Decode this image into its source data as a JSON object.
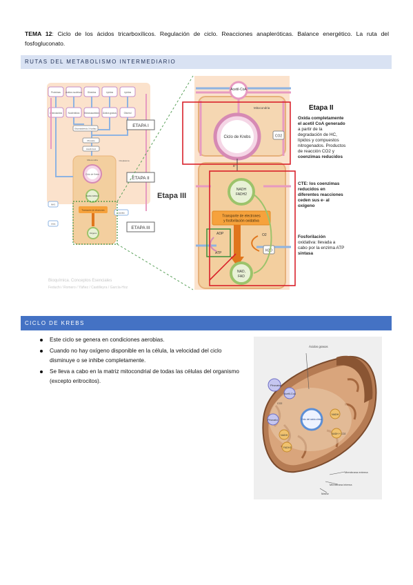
{
  "header": {
    "tema_label": "TEMA 12",
    "tema_text": ": Ciclo de los ácidos tricarboxílicos. Regulación de ciclo. Reacciones anapleróticas. Balance energético. La ruta del fosfogluconato."
  },
  "section1": {
    "title": "RUTAS DEL METABOLISMO INTERMEDIARIO"
  },
  "figure1": {
    "left_overview": {
      "top_boxes": [
        "Proteínas",
        "Ácidos nucleicos",
        "Glúcidos",
        "Lípidos",
        "Lípidos"
      ],
      "mid_boxes": [
        "Aminoácidos",
        "Nucleótidos",
        "Monosacáridos",
        "Ácidos grasos",
        "Glicerol"
      ],
      "etapa_labels": [
        "ETAPA I",
        "ETAPA II",
        "ETAPA III"
      ],
      "small_labels": [
        "Gliceraldehído 3-fosfato",
        "Piruvato",
        "Acetil-CoA",
        "Mitocondria",
        "Citoplasma",
        "Ciclo de Krebs",
        "NADH FADH2",
        "Transporte de electrones",
        "Oxígeno",
        "NH3",
        "Urea",
        "Lactato"
      ],
      "watermark_lines": [
        "Bioquímica. Conceptos Esenciales",
        "Feduchi / Romero / Yáñez / Castilleyra / García-Hoz"
      ]
    },
    "etapa3_label": "Etapa III",
    "zoom": {
      "acetil": "Acetil-CoA",
      "mitocondria": "Mitocondria",
      "krebs": "Ciclo de Krebs",
      "co2": "CO2",
      "eminus": "e⁻",
      "nadh": "NADH",
      "fadh": "FADH2",
      "transporte1": "Transporte de electrones",
      "transporte2": "y fosforilación oxidativa",
      "adp": "ADP",
      "atp": "ATP",
      "o2": "O2",
      "h2o": "H2O",
      "nad": "NAD,",
      "fad": "FAD"
    },
    "etapa2": {
      "title": "Etapa II",
      "lines": [
        "Oxida completamente",
        "el acetil CoA generado",
        "a partir de la",
        "degradación de HC,",
        "lípidos y compuestos",
        "nitrogenados. Productos",
        "de reacción CO2 y",
        "coenzimas reducidos"
      ]
    },
    "cte": {
      "lines": [
        "CTE: los coenzimas",
        "reducidos en",
        "diferentes reacciones",
        "ceden sus e- al",
        "oxígeno"
      ]
    },
    "fosfo": {
      "lines": [
        "Fosforilación",
        "oxidativa: llevada a",
        "cabo por la enzima ATP",
        "sintasa"
      ]
    }
  },
  "section2": {
    "title": "CICLO DE KREBS",
    "bullets": [
      "Este ciclo se genera en condiciones aerobias.",
      "Cuando no hay oxígeno disponible en la célula, la velocidad del ciclo disminuye o se inhibe completamente.",
      "Se lleva a cabo en la matriz mitocondrial de todas las células del organismo (excepto eritrocitos)."
    ]
  },
  "figure2": {
    "labels": [
      "Ácidos grasos",
      "Piruvato",
      "Acetil-CoA",
      "CO2",
      "Piruvato",
      "Ciclo del ácido cítrico",
      "NADH",
      "NADH",
      "NADH + CO2",
      "FADH2",
      "Membrana externa",
      "Membrana interna",
      "Matriz"
    ]
  },
  "colors": {
    "band_light": "#d9e2f3",
    "band_dark": "#4472c4",
    "red_box": "#d9202a",
    "green_box": "#3a8f3a",
    "cytoplasm": "#fbe2cc",
    "mito_fill": "#f3cf9f"
  }
}
